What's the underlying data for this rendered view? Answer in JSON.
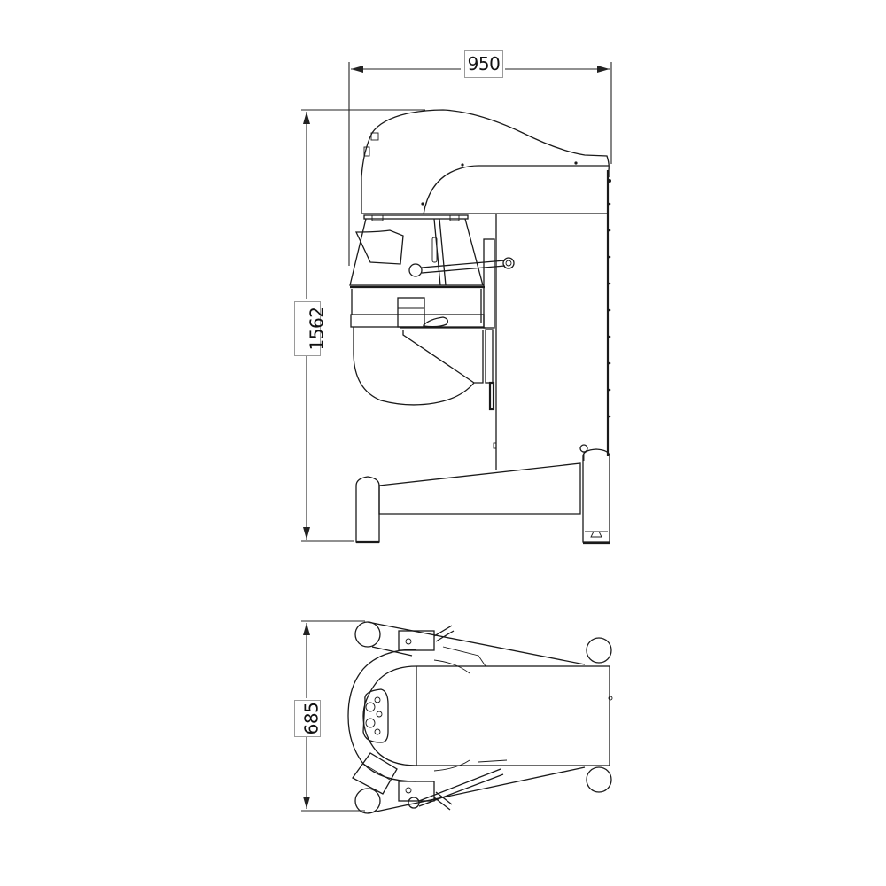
{
  "drawing": {
    "subject": "Planetary mixer technical drawing",
    "views": [
      {
        "id": "side-view",
        "label": "Side elevation"
      },
      {
        "id": "top-view",
        "label": "Top plan"
      }
    ],
    "dimensions": {
      "width": {
        "value": "950",
        "orientation": "horizontal",
        "view": "side-view"
      },
      "height": {
        "value": "1562",
        "orientation": "vertical",
        "view": "side-view"
      },
      "depth": {
        "value": "685",
        "orientation": "vertical",
        "view": "top-view"
      }
    },
    "colors": {
      "line": "#1a1a1a",
      "background": "#ffffff",
      "label_border": "#9a9a9a"
    }
  }
}
